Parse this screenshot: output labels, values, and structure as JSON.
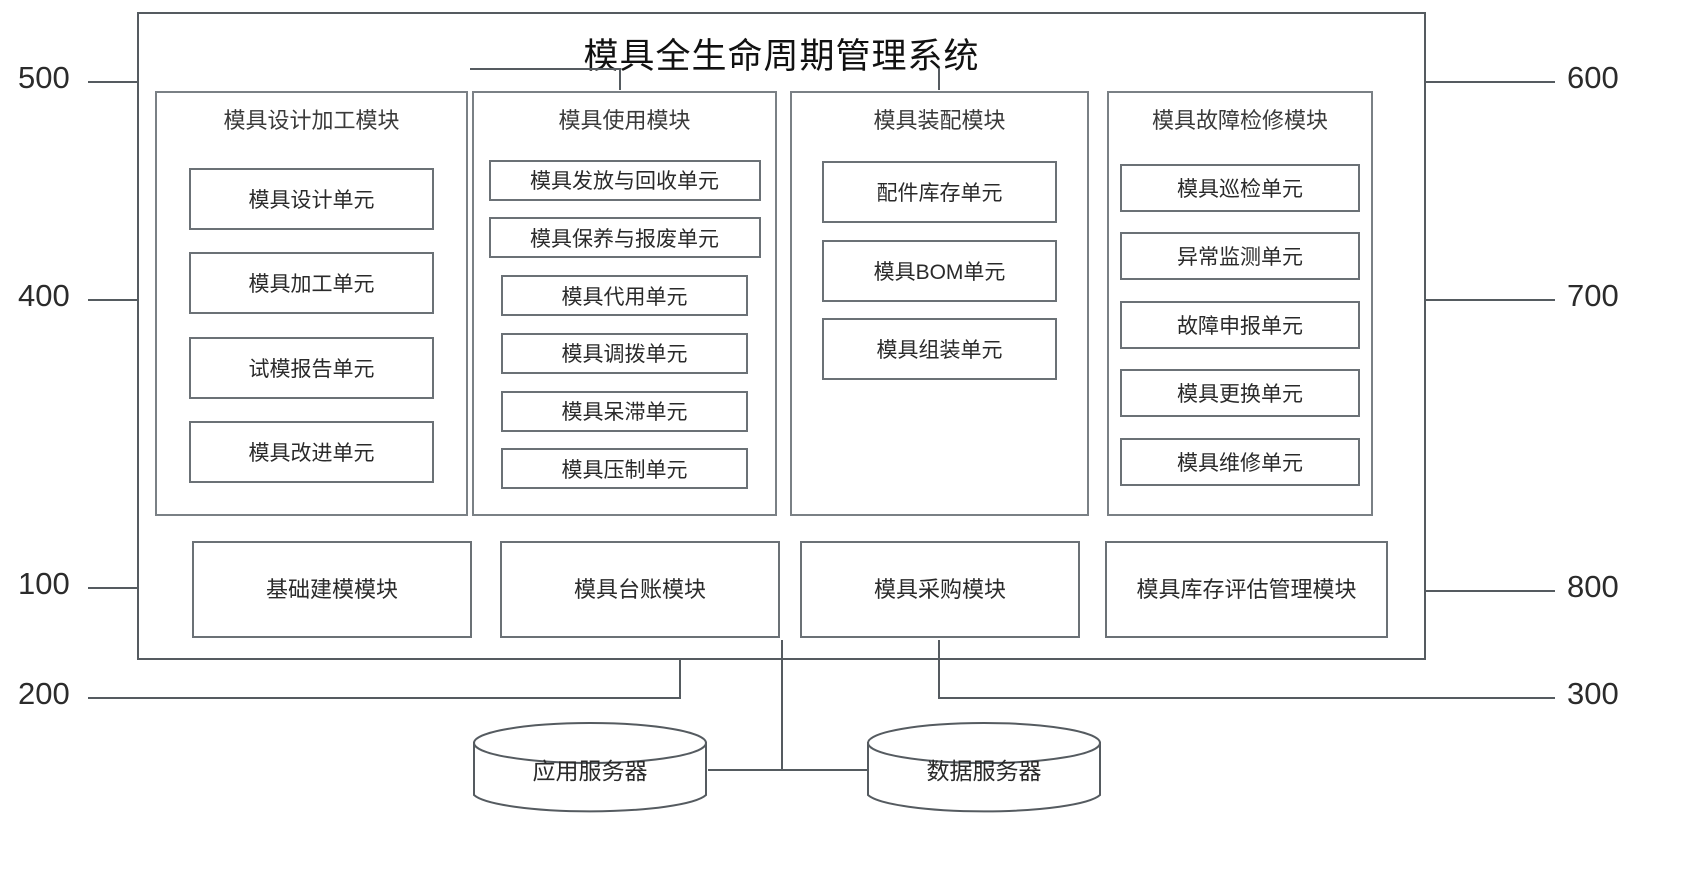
{
  "diagram": {
    "title": "模具全生命周期管理系统",
    "groups": [
      {
        "ref": "400",
        "title": "模具设计加工模块",
        "units": [
          "模具设计单元",
          "模具加工单元",
          "试模报告单元",
          "模具改进单元"
        ]
      },
      {
        "ref": "500",
        "title": "模具使用模块",
        "units": [
          "模具发放与回收单元",
          "模具保养与报废单元",
          "模具代用单元",
          "模具调拨单元",
          "模具呆滞单元",
          "模具压制单元"
        ]
      },
      {
        "ref": "600",
        "title": "模具装配模块",
        "units": [
          "配件库存单元",
          "模具BOM单元",
          "模具组装单元"
        ]
      },
      {
        "ref": "700",
        "title": "模具故障检修模块",
        "units": [
          "模具巡检单元",
          "异常监测单元",
          "故障申报单元",
          "模具更换单元",
          "模具维修单元"
        ]
      }
    ],
    "base_modules": [
      {
        "ref": "100",
        "label": "基础建模模块"
      },
      {
        "ref": "200",
        "label": "模具台账模块"
      },
      {
        "ref": "300",
        "label": "模具采购模块"
      },
      {
        "ref": "800",
        "label": "模具库存评估管理模块"
      }
    ],
    "servers": [
      {
        "label": "应用服务器"
      },
      {
        "label": "数据服务器"
      }
    ],
    "reference_numbers": {
      "left": [
        "500",
        "400",
        "100",
        "200"
      ],
      "right": [
        "600",
        "700",
        "800",
        "300"
      ]
    },
    "colors": {
      "line": "#555b60",
      "box_border": "#6b7176",
      "group_border": "#7a8085",
      "text": "#2a2a2a",
      "background": "#ffffff"
    }
  }
}
